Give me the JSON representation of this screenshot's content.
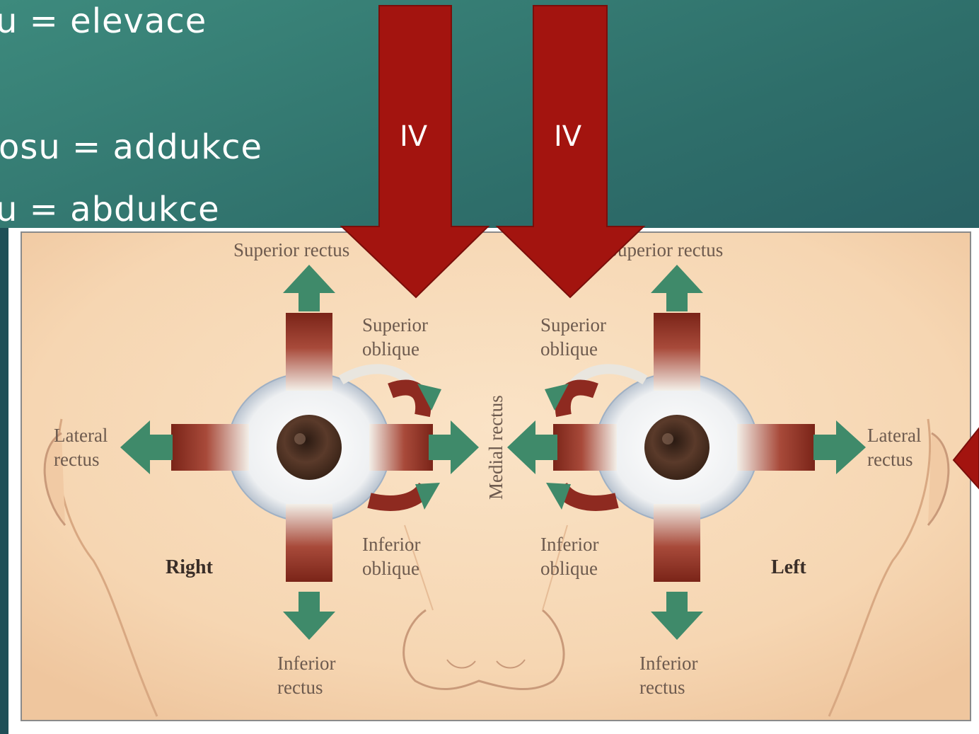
{
  "slide": {
    "line1": "u  = elevace",
    "line2": "osu  = addukce",
    "line3": "u = abdukce"
  },
  "arrows": {
    "left_label": "IV",
    "right_label": "IV",
    "color": "#a3140f"
  },
  "figure": {
    "labels": {
      "superior_rectus_right": "Superior rectus",
      "superior_rectus_left": "Superior rectus",
      "superior_oblique_right_1": "Superior",
      "superior_oblique_right_2": "oblique",
      "superior_oblique_left_1": "Superior",
      "superior_oblique_left_2": "oblique",
      "lateral_rectus_right_1": "Lateral",
      "lateral_rectus_right_2": "rectus",
      "lateral_rectus_left_1": "Lateral",
      "lateral_rectus_left_2": "rectus",
      "medial_rectus": "Medial rectus",
      "inferior_oblique_right_1": "Inferior",
      "inferior_oblique_right_2": "oblique",
      "inferior_oblique_left_1": "Inferior",
      "inferior_oblique_left_2": "oblique",
      "inferior_rectus_right_1": "Inferior",
      "inferior_rectus_right_2": "rectus",
      "inferior_rectus_left_1": "Inferior",
      "inferior_rectus_left_2": "rectus",
      "side_right": "Right",
      "side_left": "Left"
    },
    "colors": {
      "skin": "#f6d9b8",
      "muscle": "#8e2a20",
      "tendon": "#f2f0ea",
      "direction_arrow": "#3f8a6a",
      "iris": "#4a3024"
    }
  }
}
